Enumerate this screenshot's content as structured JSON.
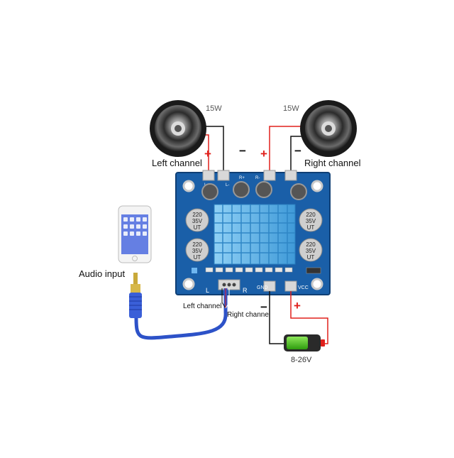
{
  "speakers": {
    "left": {
      "power": "15W",
      "label": "Left channel"
    },
    "right": {
      "power": "15W",
      "label": "Right channel"
    }
  },
  "polarity": {
    "plus": "+",
    "minus": "−"
  },
  "board": {
    "capacitors": [
      {
        "line1": "220",
        "line2": "35V",
        "line3": "UT"
      },
      {
        "line1": "220",
        "line2": "35V",
        "line3": "UT"
      },
      {
        "line1": "220",
        "line2": "35V",
        "line3": "UT"
      },
      {
        "line1": "220",
        "line2": "35V",
        "line3": "UT"
      }
    ],
    "pin_labels": {
      "gnd": "GND",
      "vcc": "VCC",
      "l": "L",
      "r": "R"
    },
    "silkscreen": [
      "R+",
      "R-",
      "L+",
      "L-"
    ]
  },
  "audio": {
    "label": "Audio input",
    "left_wire": "Left channel",
    "right_wire": "Right channel"
  },
  "battery": {
    "voltage": "8-26V"
  },
  "colors": {
    "board": "#1a5fa8",
    "heatsink": "#5ab4e8",
    "wire_red": "#e0201c",
    "wire_black": "#111111",
    "cable": "#2d52c8",
    "battery_green": "#4dc21a"
  }
}
